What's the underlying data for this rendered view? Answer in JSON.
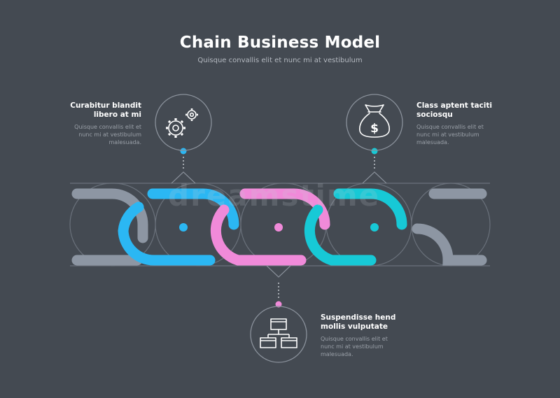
{
  "header": {
    "title": "Chain Business Model",
    "subtitle": "Quisque convallis elit et nunc mi at vestibulum"
  },
  "colors": {
    "background": "#444a52",
    "gray_link": "#8d96a3",
    "blue_link": "#2bb7f3",
    "pink_link": "#f08ad9",
    "teal_link": "#17c9d6"
  },
  "items": [
    {
      "heading": "Curabitur blandit libero at mi",
      "heading_line1": "Curabitur blandit",
      "heading_line2": "libero at mi",
      "desc_line1": "Quisque convallis elit et",
      "desc_line2": "nunc mi at vestibulum",
      "desc_line3": "malesuada.",
      "icon": "gears-icon",
      "color": "#2bb7f3"
    },
    {
      "heading": "Suspendisse hend mollis vulputate",
      "heading_line1": "Suspendisse hend",
      "heading_line2": "mollis vulputate",
      "desc_line1": "Quisque convallis elit et",
      "desc_line2": "nunc mi at vestibulum",
      "desc_line3": "malesuada.",
      "icon": "hierarchy-icon",
      "color": "#f08ad9"
    },
    {
      "heading": "Class aptent taciti sociosqu",
      "heading_line1": "Class aptent taciti",
      "heading_line2": "sociosqu",
      "desc_line1": "Quisque convallis elit et",
      "desc_line2": "nunc mi at vestibulum",
      "desc_line3": "malesuada.",
      "icon": "money-bag-icon",
      "color": "#17c9d6"
    }
  ],
  "watermark": "dreamstime"
}
